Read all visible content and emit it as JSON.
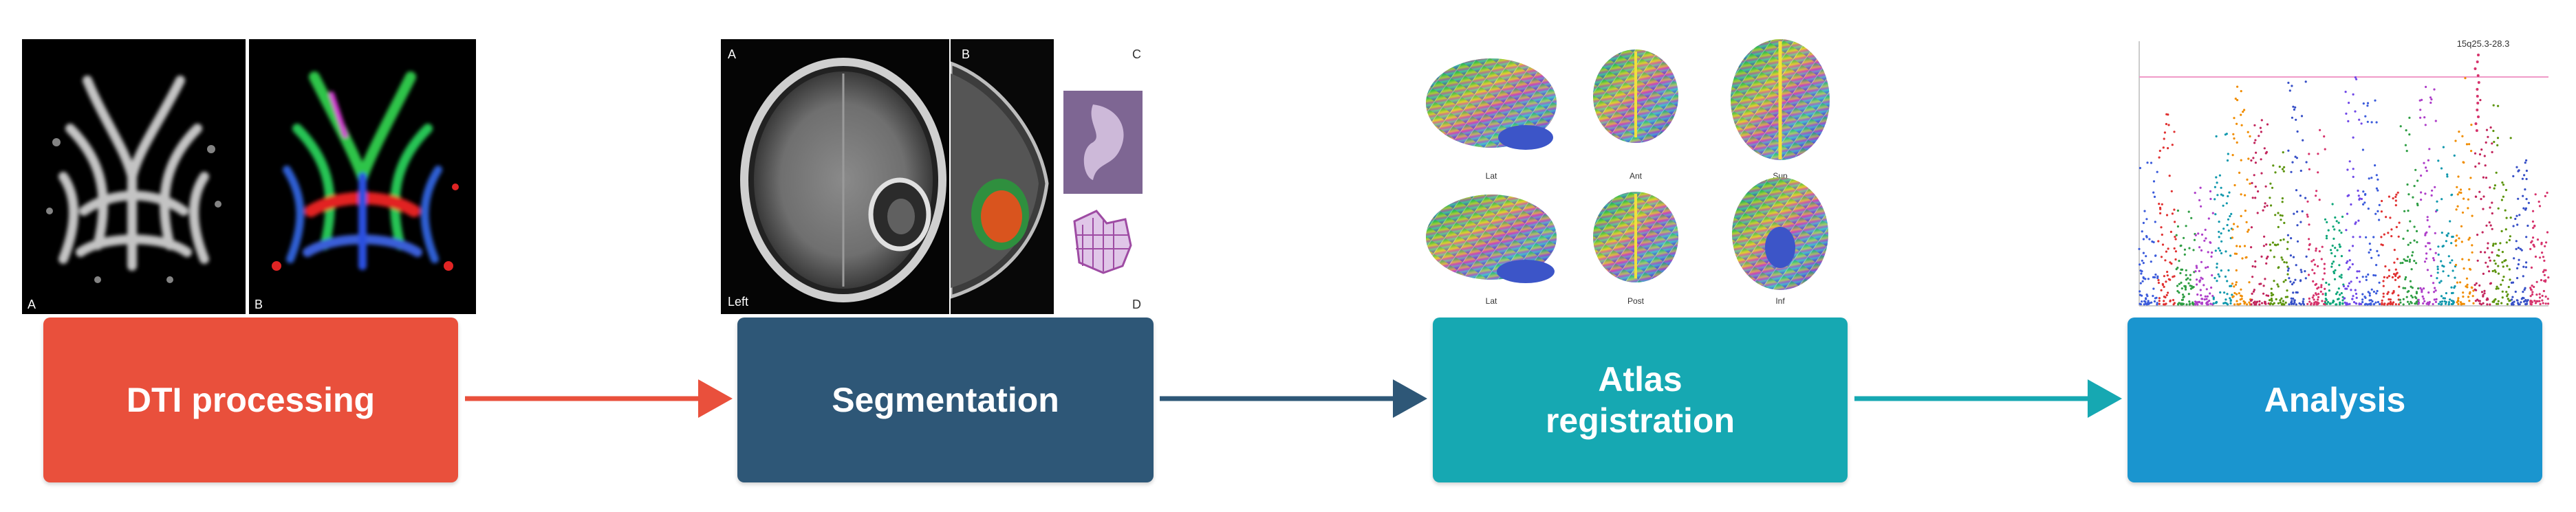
{
  "steps": [
    {
      "label": "DTI processing",
      "color": "#e9503c"
    },
    {
      "label": "Segmentation",
      "color": "#2e5777"
    },
    {
      "label": "Atlas\nregistration",
      "color": "#16a8b2"
    },
    {
      "label": "Analysis",
      "color": "#1a95cf"
    }
  ],
  "arrow_colors": [
    "#e9503c",
    "#2e5777",
    "#16a8b2"
  ],
  "dti_panels": {
    "left_letter": "A",
    "right_letter": "B"
  },
  "seg_panels": {
    "a": "A",
    "b": "B",
    "c": "C",
    "d": "D",
    "side": "Left"
  },
  "atlas_views": [
    "Lat",
    "Ant",
    "Sup",
    "Lat",
    "Post",
    "Inf"
  ],
  "analysis": {
    "peak_label": "15q25.3-28.3"
  }
}
